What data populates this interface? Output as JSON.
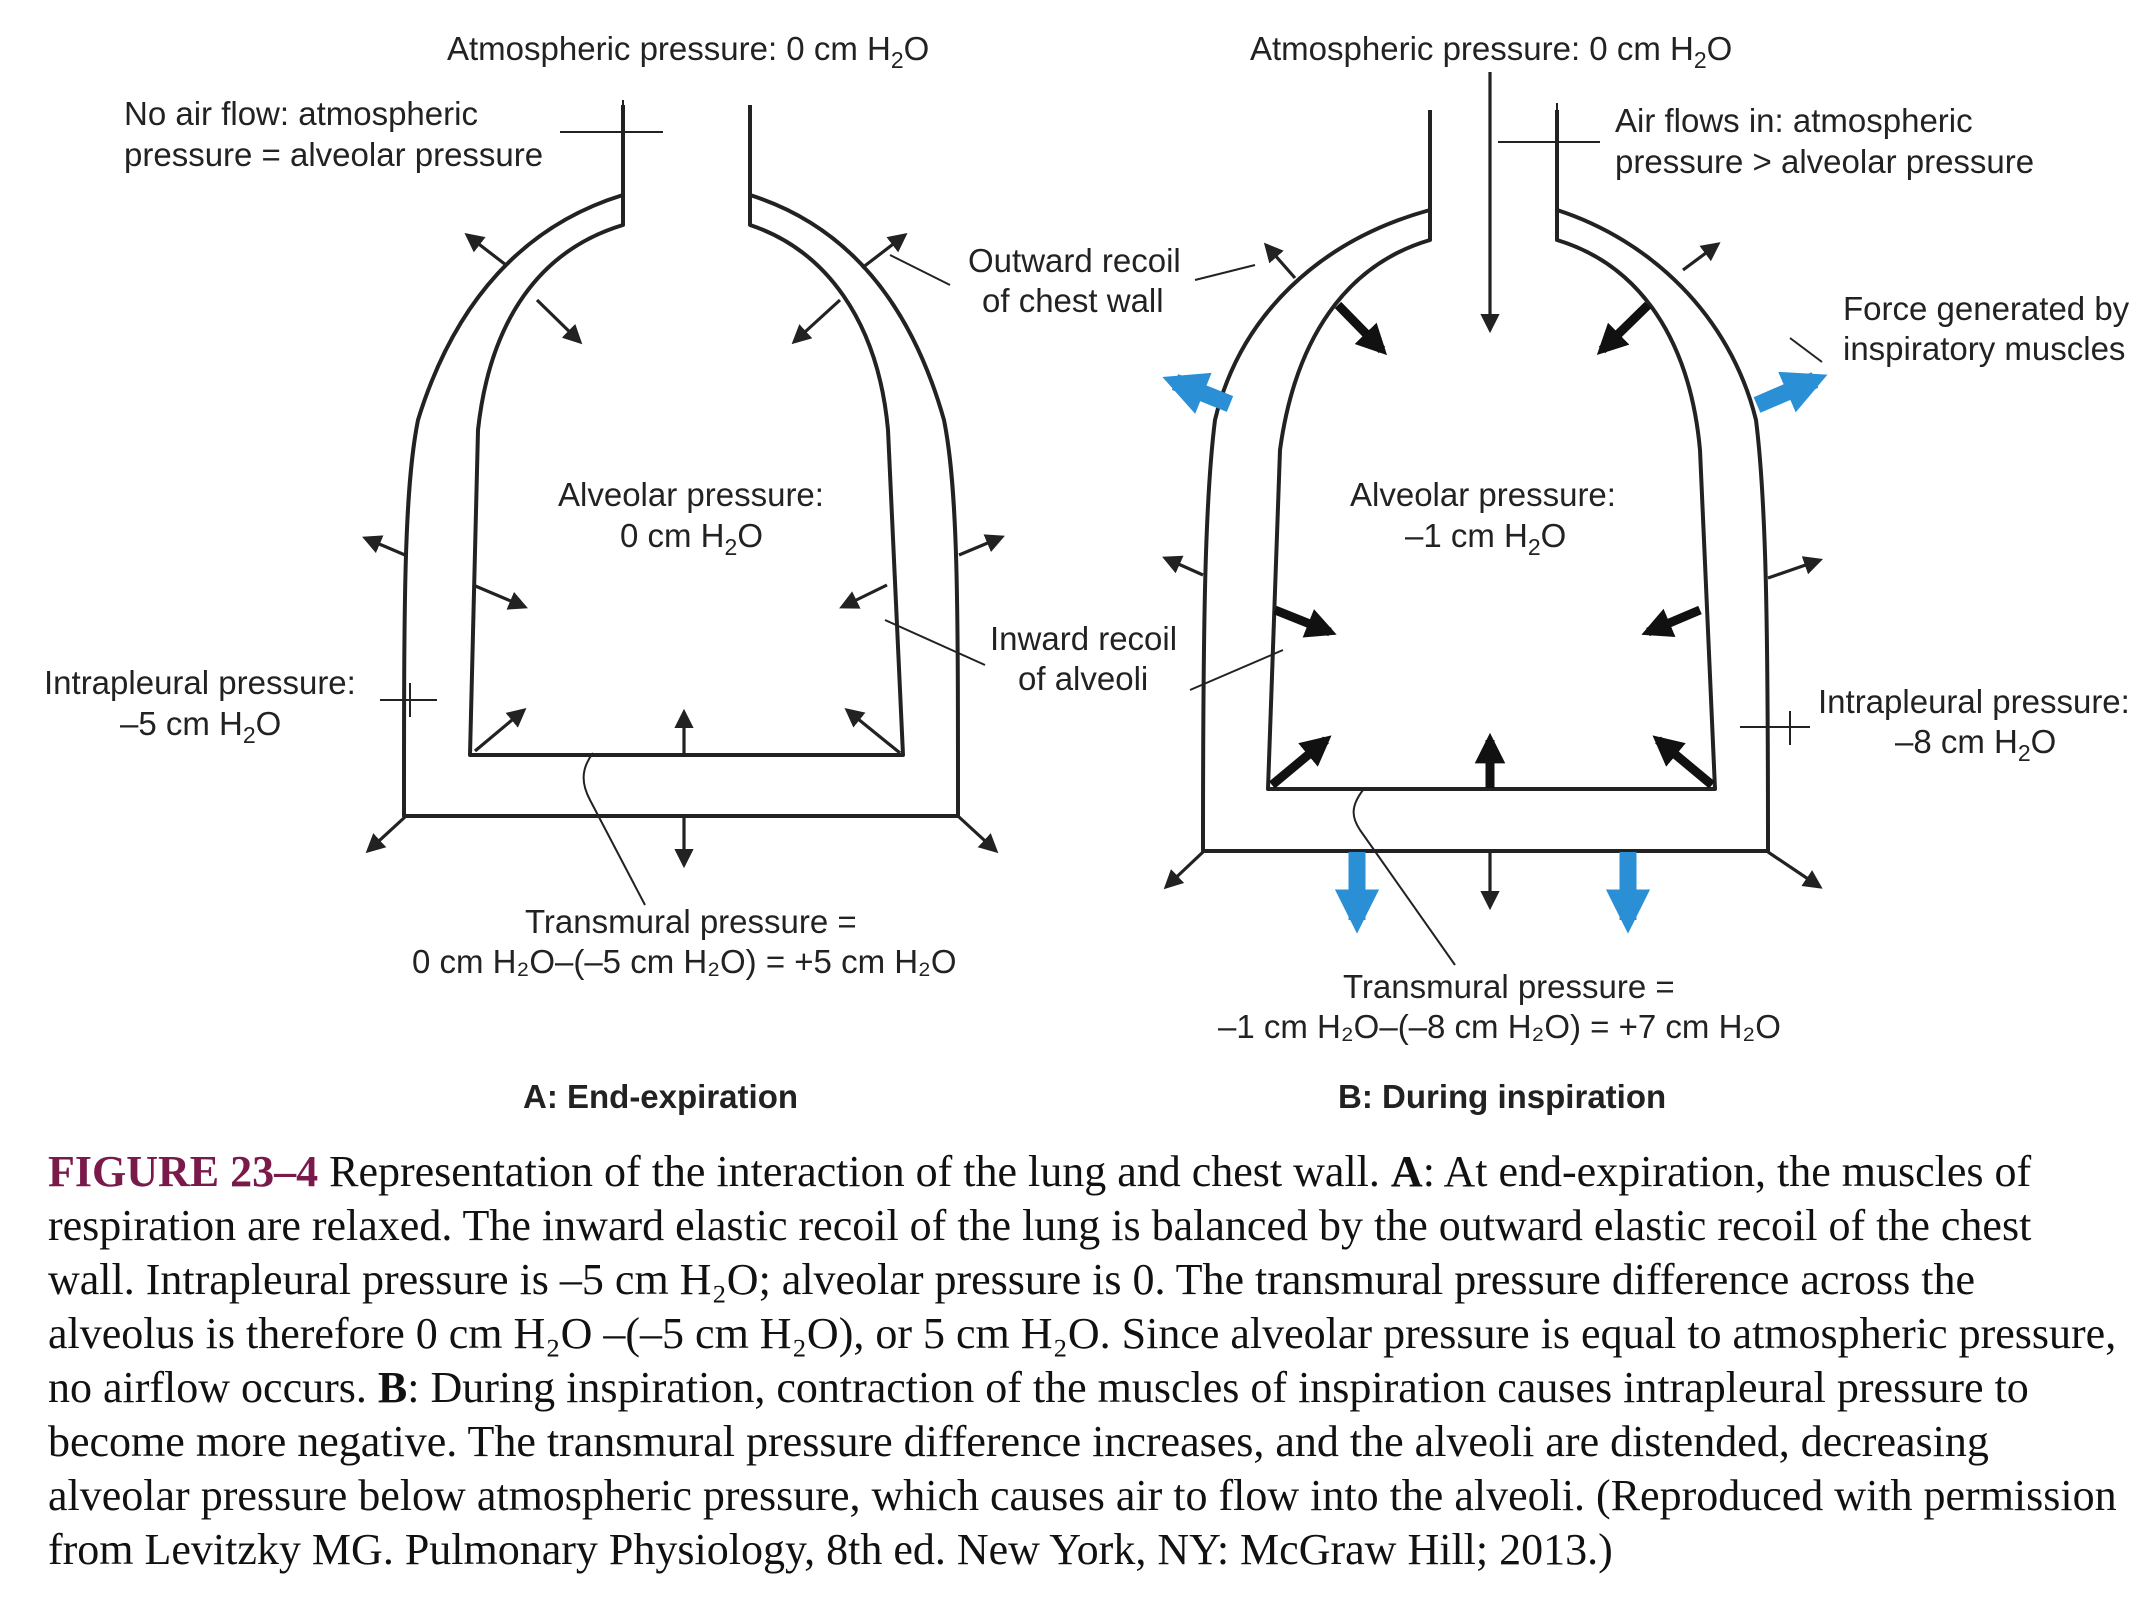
{
  "panel_a": {
    "atmospheric": "Atmospheric pressure: 0 cm H",
    "no_air_flow_1": "No air flow: atmospheric",
    "no_air_flow_2": "pressure = alveolar pressure",
    "alveolar_1": "Alveolar pressure:",
    "alveolar_2": "0 cm H",
    "intrapleural_1": "Intrapleural pressure:",
    "intrapleural_2": "–5 cm H",
    "transmural_1": "Transmural pressure =",
    "transmural_2": "0 cm H₂O–(–5 cm H₂O) = +5 cm H₂O",
    "title": "A: End-expiration"
  },
  "middle": {
    "outward_1": "Outward recoil",
    "outward_2": "of chest wall",
    "inward_1": "Inward recoil",
    "inward_2": "of alveoli"
  },
  "panel_b": {
    "atmospheric": "Atmospheric pressure: 0 cm H",
    "air_flows_1": "Air flows in: atmospheric",
    "air_flows_2": "pressure > alveolar pressure",
    "force_1": "Force generated by",
    "force_2": "inspiratory muscles",
    "alveolar_1": "Alveolar pressure:",
    "alveolar_2": "–1 cm H",
    "intrapleural_1": "Intrapleural pressure:",
    "intrapleural_2": "–8 cm H",
    "transmural_1": "Transmural pressure =",
    "transmural_2": "–1 cm H₂O–(–8 cm H₂O) = +7 cm H₂O",
    "title": "B: During inspiration"
  },
  "units": {
    "sub": "2",
    "o": "O"
  },
  "caption": {
    "figure_label": "FIGURE 23–4",
    "intro": " Representation of the interaction of the lung and chest wall. ",
    "a_label": "A",
    "a_text": ": At end-expiration, the muscles of respiration are relaxed. The inward elastic recoil of the lung is balanced by the outward elastic recoil of the chest wall. Intrapleural pressure is –5 cm H₂O; alveolar pressure is 0. The transmural pressure difference across the alveolus is therefore 0 cm H₂O –(–5 cm H₂O), or 5 cm H₂O. Since alveolar pressure is equal to atmospheric pressure, no airflow occurs. ",
    "b_label": "B",
    "b_text": ": During inspiration, contraction of the muscles of inspiration causes intrapleural pressure to become more negative. The transmural pressure difference increases, and the alveoli are distended, decreasing alveolar pressure below atmospheric pressure, which causes air to flow into the alveoli. (Reproduced with permission from Levitzky MG. Pulmonary Physiology, 8th ed. New York, NY: McGraw Hill; 2013.)"
  },
  "colors": {
    "muscle_force_arrow": "#2b8fd6",
    "caption_label": "#7a1a4b",
    "ink": "#222222"
  }
}
